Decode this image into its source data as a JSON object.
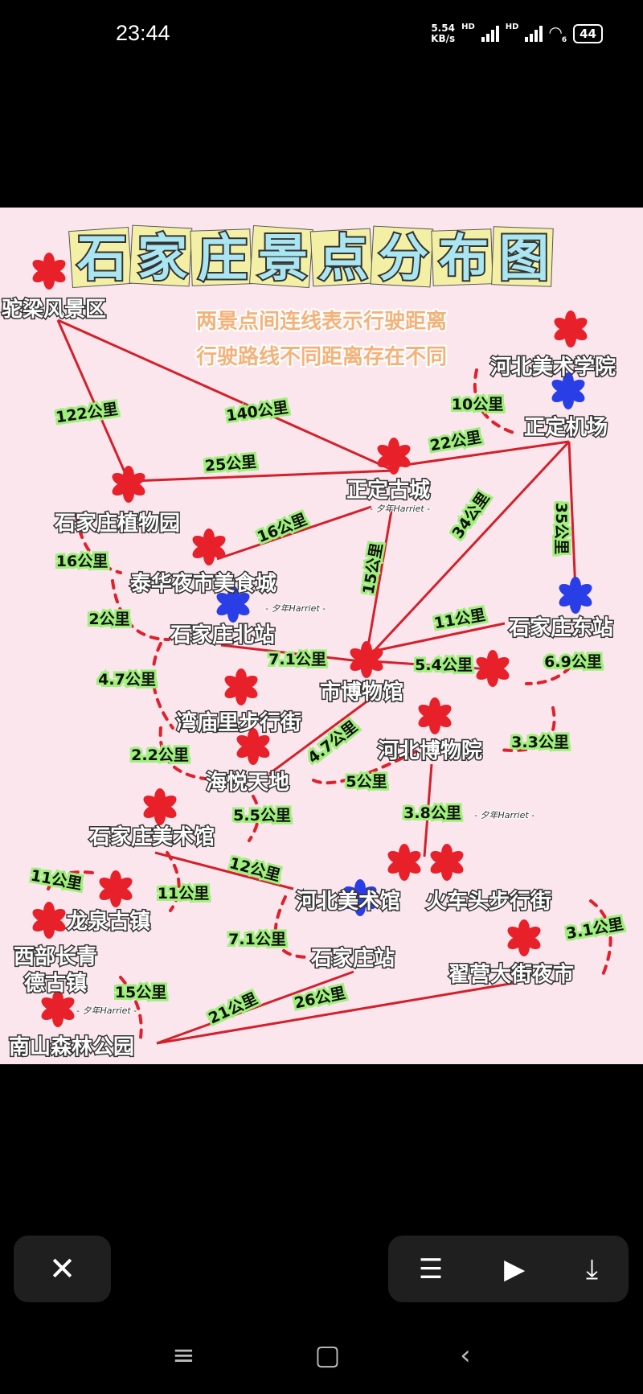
{
  "status_bar": {
    "time": "23:44",
    "net_speed_value": "5.54",
    "net_speed_unit": "KB/s",
    "sim1": "HD",
    "sim2": "HD",
    "wifi_badge": "6",
    "battery": "44"
  },
  "map": {
    "title_chars": [
      "石",
      "家",
      "庄",
      "景",
      "点",
      "分",
      "布",
      "图"
    ],
    "subtitle_1": "两景点间连线表示行驶距离",
    "subtitle_2": "行驶路线不同距离存在不同",
    "watermark": "- 夕年Harriet -",
    "places": {
      "tuoliang": "驼梁风景区",
      "hebei_art_academy": "河北美术学院",
      "zhengding_airport": "正定机场",
      "zhengding_ancient_city": "正定古城",
      "botanical_garden": "石家庄植物园",
      "taihua_food_city": "泰华夜市美食城",
      "north_station": "石家庄北站",
      "east_station": "石家庄东站",
      "city_museum": "市博物馆",
      "wanmiaoli_street": "湾庙里步行街",
      "hebei_museum": "河北博物院",
      "haiyue_tiandi": "海悦天地",
      "sjz_art_museum": "石家庄美术馆",
      "hebei_art_museum": "河北美术馆",
      "huochetou_street": "火车头步行街",
      "longquan_town": "龙泉古镇",
      "sjz_station": "石家庄站",
      "zhaiying_night_market": "翟营大街夜市",
      "xibu_changqing_1": "西部长青",
      "xibu_changqing_2": "德古镇",
      "nanshan_forest_park": "南山森林公园"
    },
    "distances": [
      "122公里",
      "140公里",
      "10公里",
      "25公里",
      "22公里",
      "16公里",
      "15公里",
      "34公里",
      "35公里",
      "16公里",
      "2公里",
      "11公里",
      "7.1公里",
      "5.4公里",
      "6.9公里",
      "4.7公里",
      "3.3公里",
      "2.2公里",
      "4.7公里",
      "5公里",
      "3.8公里",
      "5.5公里",
      "12公里",
      "11公里",
      "11公里",
      "7.1公里",
      "3.1公里",
      "15公里",
      "21公里",
      "26公里"
    ],
    "colors": {
      "background": "#fbe6ee",
      "route": "#d4202a",
      "flower_attraction": "#e8202a",
      "flower_station": "#2a3ee8",
      "distance_glow": "#9ef07a",
      "title_fill": "#a9e6f2",
      "title_tile": "#f3f0a6",
      "subtitle": "#f4b27a"
    }
  },
  "controls": {
    "close_icon": "close-icon",
    "menu_icon": "list-icon",
    "play_icon": "play-icon",
    "download_icon": "download-icon"
  },
  "nav": {
    "recents": "menu-icon",
    "home": "home-icon",
    "back": "back-icon"
  }
}
